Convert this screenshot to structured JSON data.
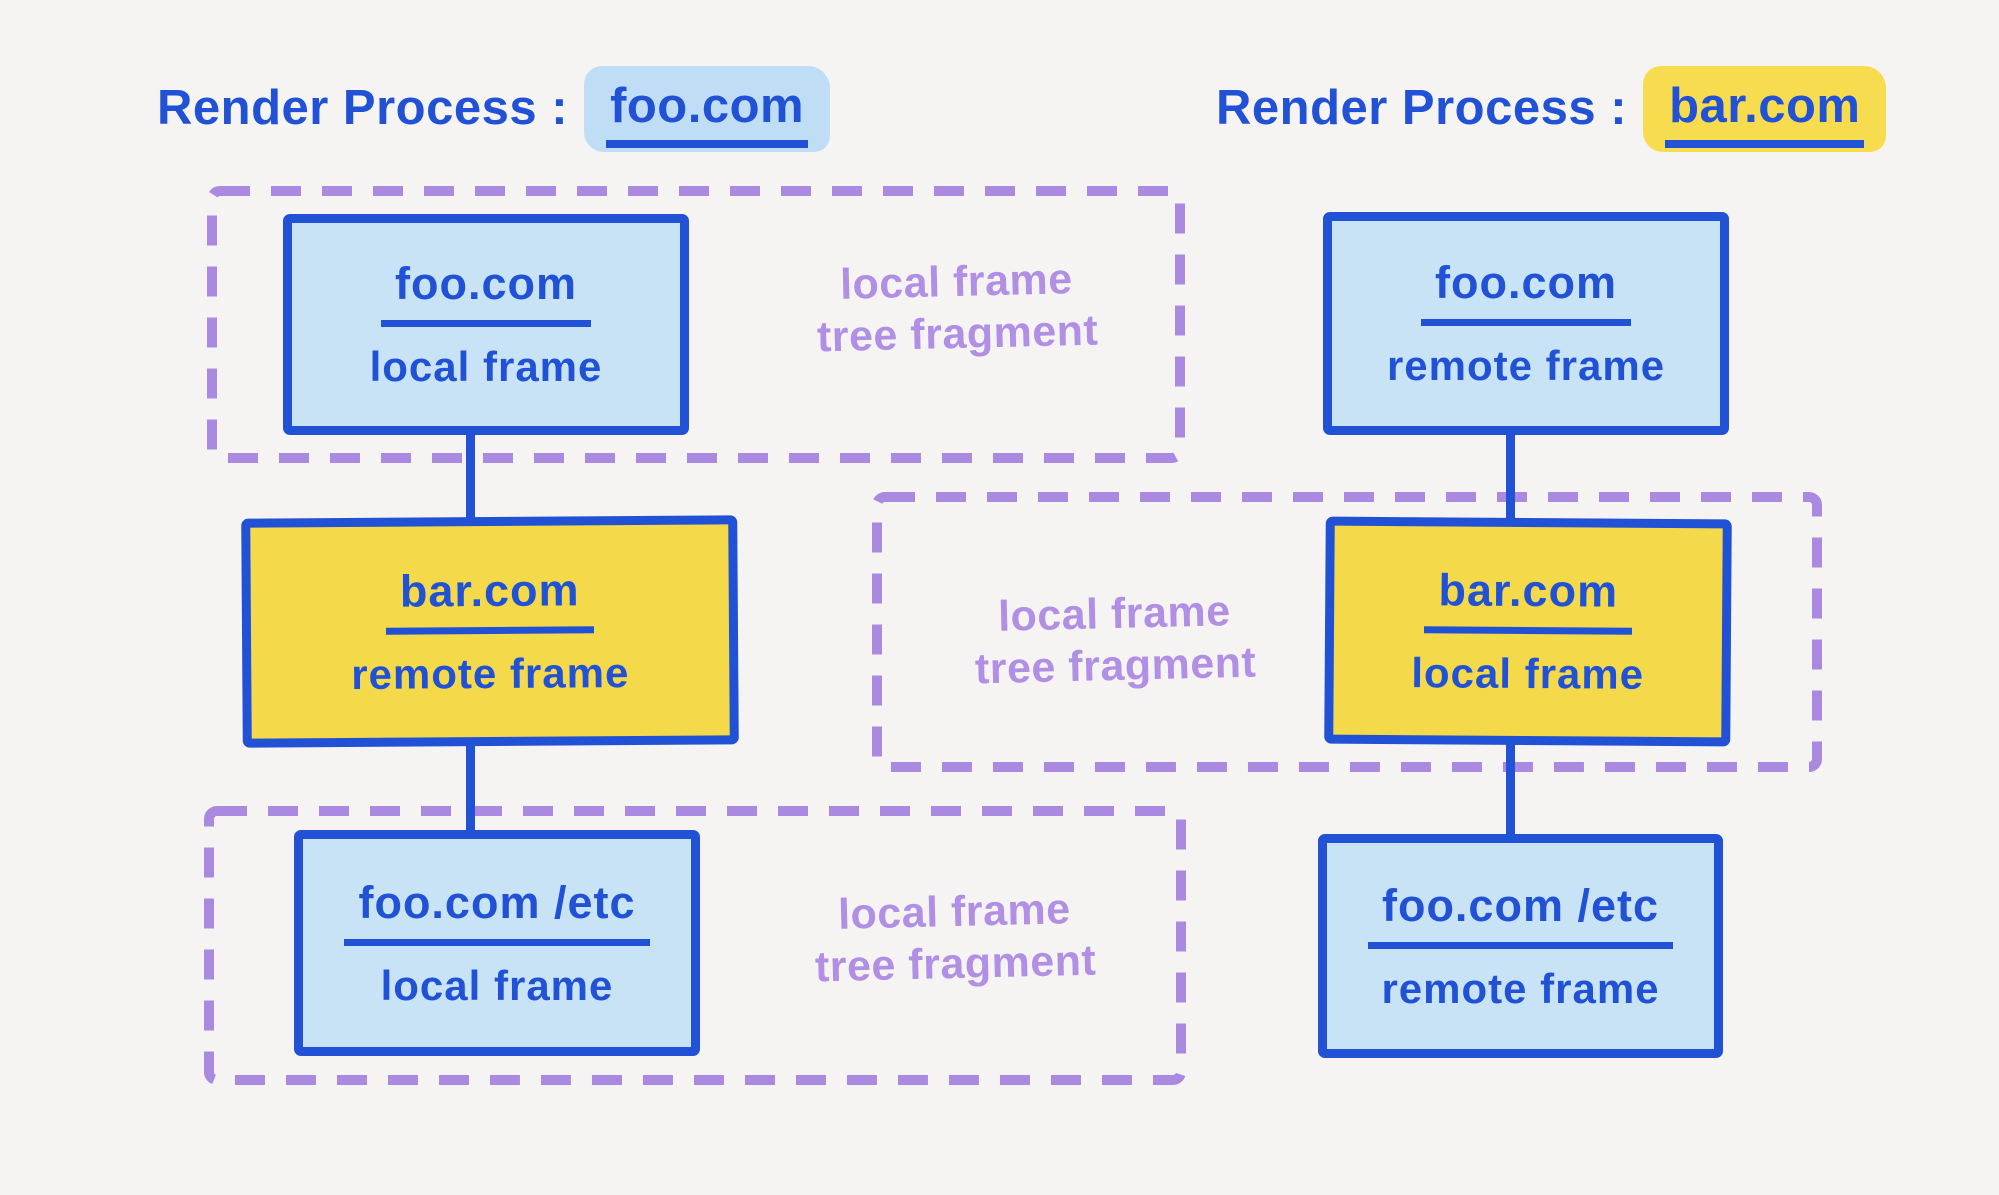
{
  "diagram": {
    "left_process": {
      "title_prefix": "Render Process :",
      "highlighted_domain": "foo.com",
      "nodes": [
        {
          "domain": "foo.com",
          "frame_type": "local frame"
        },
        {
          "domain": "bar.com",
          "frame_type": "remote frame"
        },
        {
          "domain": "foo.com /etc",
          "frame_type": "local frame"
        }
      ],
      "fragments": [
        {
          "line1": "local frame",
          "line2": "tree fragment"
        },
        {
          "line1": "local frame",
          "line2": "tree fragment"
        }
      ]
    },
    "right_process": {
      "title_prefix": "Render Process :",
      "highlighted_domain": "bar.com",
      "nodes": [
        {
          "domain": "foo.com",
          "frame_type": "remote frame"
        },
        {
          "domain": "bar.com",
          "frame_type": "local frame"
        },
        {
          "domain": "foo.com /etc",
          "frame_type": "remote frame"
        }
      ],
      "fragments": [
        {
          "line1": "local frame",
          "line2": "tree fragment"
        }
      ]
    },
    "colors": {
      "ink_blue": "#2152d6",
      "light_blue_fill": "#c9e3f6",
      "yellow_fill": "#f4d94b",
      "purple_dash": "#a98ae0",
      "purple_text": "#b18fe4",
      "highlight_blue": "#bfdef6",
      "highlight_yellow": "#f8dc4f",
      "background": "#f5f4f2"
    }
  }
}
